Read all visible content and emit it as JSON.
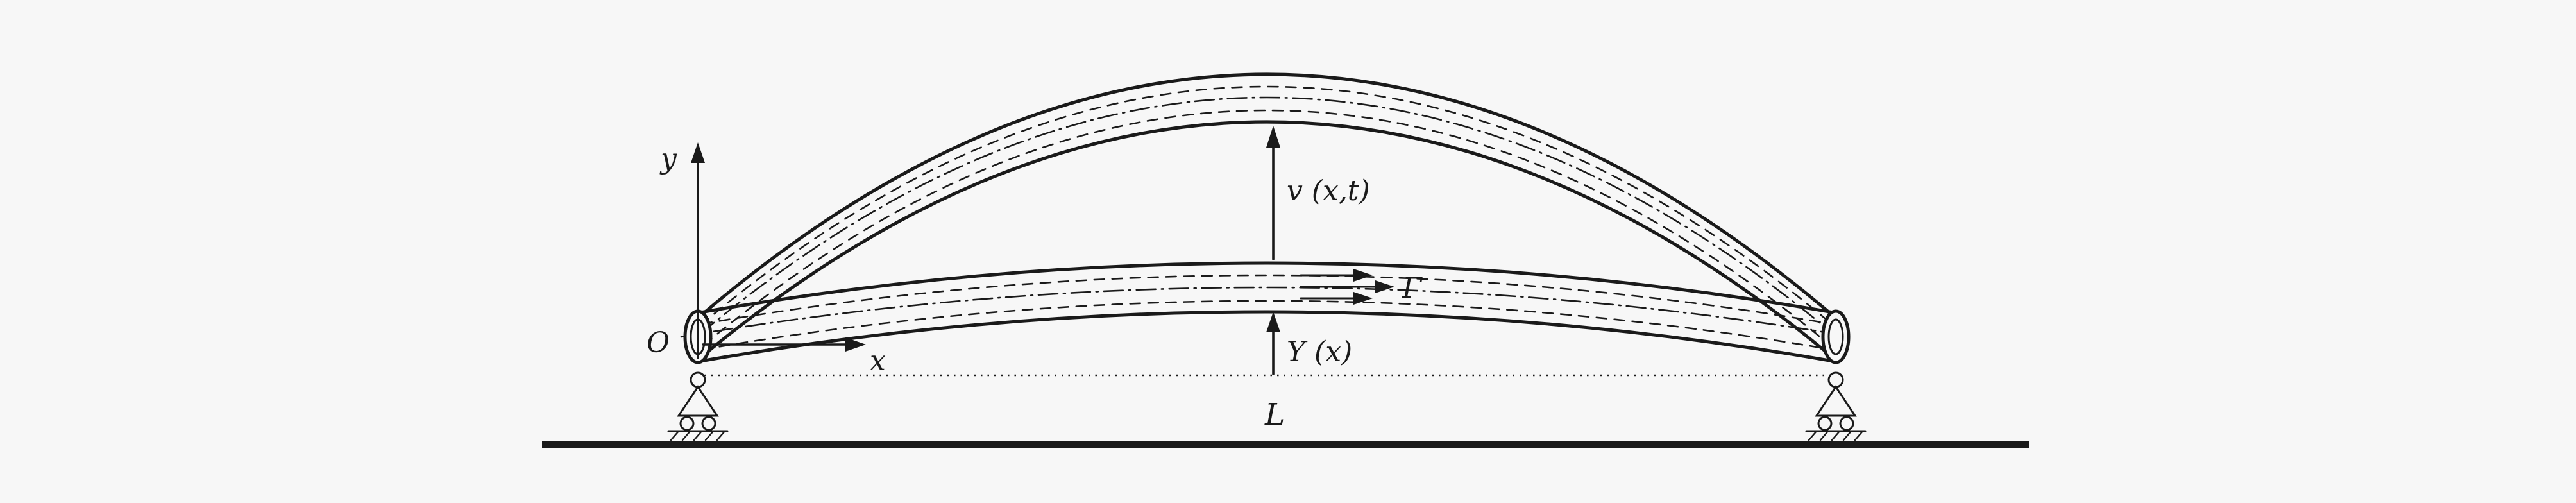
{
  "colors": {
    "background": "#f7f7f7",
    "ink": "#1a1a1a"
  },
  "labels": {
    "y_axis": "y",
    "x_axis": "x",
    "origin": "O",
    "displacement": "v (x,t)",
    "flow": "Γ",
    "initial_deflection": "Y (x)",
    "span": "L"
  }
}
